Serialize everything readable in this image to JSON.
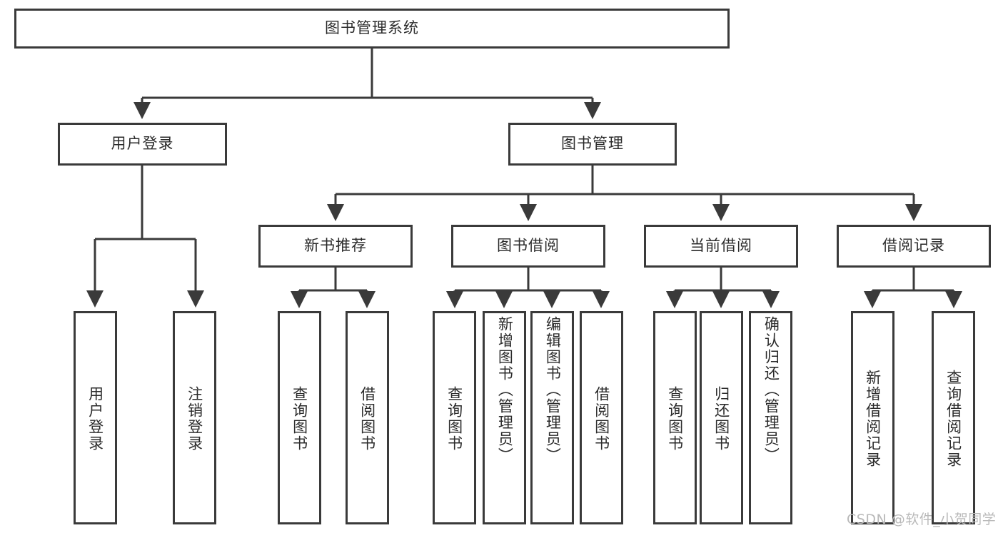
{
  "diagram": {
    "title": "图书管理系统",
    "type": "function-structure-tree",
    "watermark": "CSDN @软件_小贺同学",
    "colors": {
      "stroke": "#3a3a3a",
      "text": "#2b2b2b",
      "background": "#ffffff",
      "watermark": "#b9b9b9"
    },
    "root": {
      "label": "图书管理系统"
    },
    "level2": [
      {
        "label": "用户登录"
      },
      {
        "label": "图书管理"
      }
    ],
    "level3": [
      {
        "label": "新书推荐"
      },
      {
        "label": "图书借阅"
      },
      {
        "label": "当前借阅"
      },
      {
        "label": "借阅记录"
      }
    ],
    "leaves": {
      "user_login": [
        {
          "label": "用户登录"
        },
        {
          "label": "注销登录"
        }
      ],
      "new_book_recommend": [
        {
          "label": "查询图书"
        },
        {
          "label": "借阅图书"
        }
      ],
      "book_borrow": [
        {
          "label": "查询图书"
        },
        {
          "label": "新增图书（管理员）"
        },
        {
          "label": "编辑图书（管理员）"
        },
        {
          "label": "借阅图书"
        }
      ],
      "current_borrow": [
        {
          "label": "查询图书"
        },
        {
          "label": "归还图书"
        },
        {
          "label": "确认归还（管理员）"
        }
      ],
      "borrow_record": [
        {
          "label": "新增借阅记录"
        },
        {
          "label": "查询借阅记录"
        }
      ]
    }
  }
}
